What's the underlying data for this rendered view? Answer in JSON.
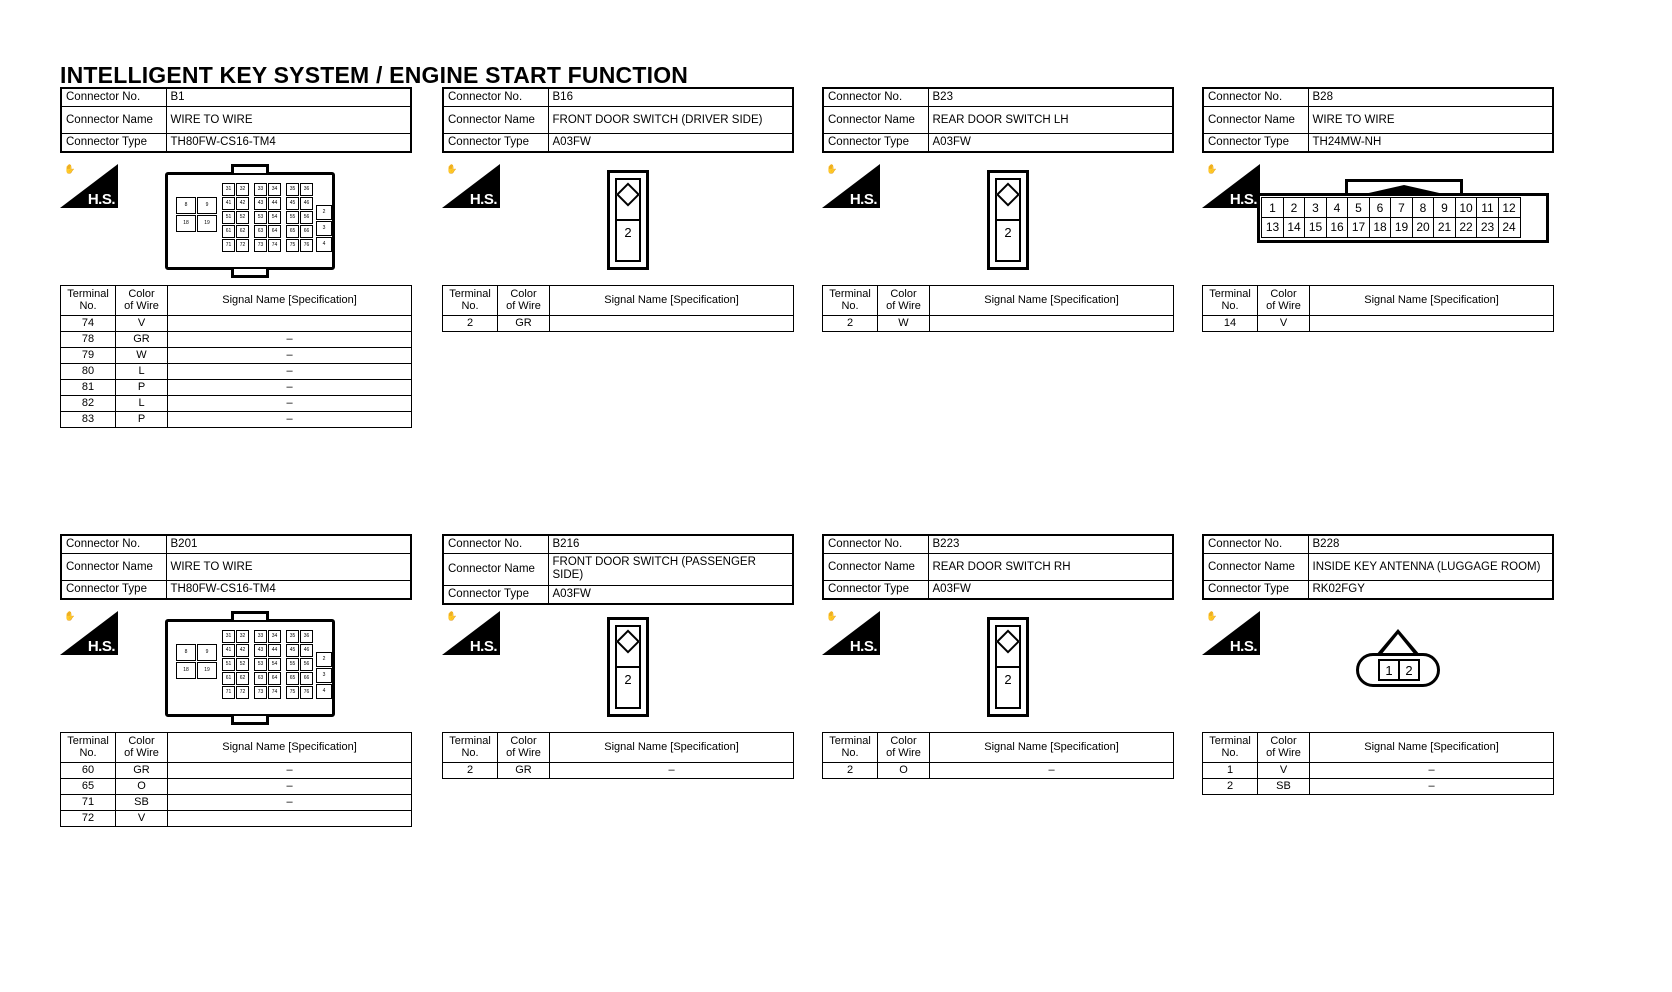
{
  "page": {
    "title": "INTELLIGENT KEY SYSTEM / ENGINE START FUNCTION",
    "hs_label": "H.S.",
    "hand_glyph": "✋"
  },
  "labels": {
    "connector_no": "Connector No.",
    "connector_name": "Connector Name",
    "connector_type": "Connector Type",
    "terminal_no": "Terminal",
    "terminal_no_2": "No.",
    "color": "Color",
    "of_wire": "of Wire",
    "signal": "Signal Name [Specification]",
    "dash": "–"
  },
  "blocks": [
    {
      "id": "b1",
      "no": "B1",
      "name": "WIRE TO WIRE",
      "type": "TH80FW-CS16-TM4",
      "connector_style": "big80",
      "terminals": [
        {
          "no": "74",
          "color": "V",
          "signal": ""
        },
        {
          "no": "78",
          "color": "GR",
          "signal": "–"
        },
        {
          "no": "79",
          "color": "W",
          "signal": "–"
        },
        {
          "no": "80",
          "color": "L",
          "signal": "–"
        },
        {
          "no": "81",
          "color": "P",
          "signal": "–"
        },
        {
          "no": "82",
          "color": "L",
          "signal": "–"
        },
        {
          "no": "83",
          "color": "P",
          "signal": "–"
        }
      ]
    },
    {
      "id": "b16",
      "no": "B16",
      "name": "FRONT DOOR SWITCH (DRIVER SIDE)",
      "type": "A03FW",
      "connector_style": "switch",
      "pin_label": "2",
      "terminals": [
        {
          "no": "2",
          "color": "GR",
          "signal": ""
        }
      ]
    },
    {
      "id": "b23",
      "no": "B23",
      "name": "REAR DOOR SWITCH LH",
      "type": "A03FW",
      "connector_style": "switch",
      "pin_label": "2",
      "terminals": [
        {
          "no": "2",
          "color": "W",
          "signal": ""
        }
      ]
    },
    {
      "id": "b28",
      "no": "B28",
      "name": "WIRE TO WIRE",
      "type": "TH24MW-NH",
      "connector_style": "c24",
      "pins_top": [
        "1",
        "2",
        "3",
        "4",
        "5",
        "6",
        "7",
        "8",
        "9",
        "10",
        "11",
        "12"
      ],
      "pins_bottom": [
        "13",
        "14",
        "15",
        "16",
        "17",
        "18",
        "19",
        "20",
        "21",
        "22",
        "23",
        "24"
      ],
      "terminals": [
        {
          "no": "14",
          "color": "V",
          "signal": ""
        }
      ]
    },
    {
      "id": "b201",
      "no": "B201",
      "name": "WIRE TO WIRE",
      "type": "TH80FW-CS16-TM4",
      "connector_style": "big80",
      "terminals": [
        {
          "no": "60",
          "color": "GR",
          "signal": "–"
        },
        {
          "no": "65",
          "color": "O",
          "signal": "–"
        },
        {
          "no": "71",
          "color": "SB",
          "signal": "–"
        },
        {
          "no": "72",
          "color": "V",
          "signal": ""
        }
      ]
    },
    {
      "id": "b216",
      "no": "B216",
      "name": "FRONT DOOR SWITCH (PASSENGER SIDE)",
      "type": "A03FW",
      "connector_style": "switch",
      "pin_label": "2",
      "terminals": [
        {
          "no": "2",
          "color": "GR",
          "signal": "–"
        }
      ]
    },
    {
      "id": "b223",
      "no": "B223",
      "name": "REAR DOOR SWITCH RH",
      "type": "A03FW",
      "connector_style": "switch",
      "pin_label": "2",
      "terminals": [
        {
          "no": "2",
          "color": "O",
          "signal": "–"
        }
      ]
    },
    {
      "id": "b228",
      "no": "B228",
      "name": "INSIDE KEY ANTENNA (LUGGAGE ROOM)",
      "type": "RK02FGY",
      "connector_style": "antenna",
      "pins": [
        "1",
        "2"
      ],
      "terminals": [
        {
          "no": "1",
          "color": "V",
          "signal": "–"
        },
        {
          "no": "2",
          "color": "SB",
          "signal": "–"
        }
      ]
    }
  ]
}
